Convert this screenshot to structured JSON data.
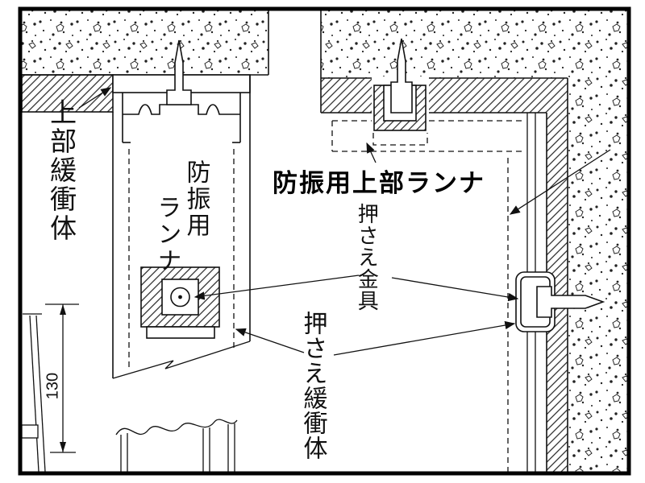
{
  "figure": {
    "type": "technical-detail-drawing",
    "title": "防振用上部ランナ",
    "labels": {
      "upper_buffer": "上部緩衝体",
      "runner_col1": "防振用",
      "runner_col2": "ランナ",
      "holding_bracket": "押さえ金具",
      "holding_buffer": "押さえ緩衝体",
      "dimension": "130"
    },
    "colors": {
      "ink": "#111111",
      "paper": "#ffffff"
    }
  }
}
